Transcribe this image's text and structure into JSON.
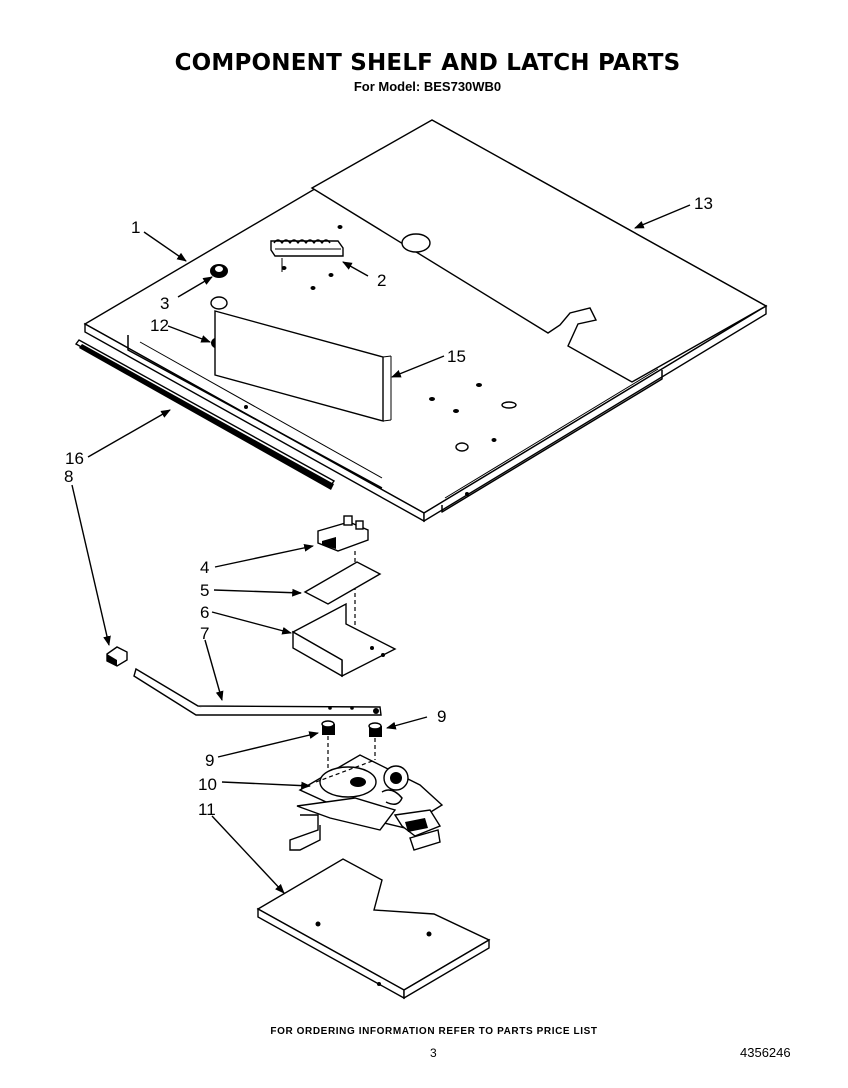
{
  "title": "COMPONENT SHELF AND LATCH PARTS",
  "subtitle": "For Model: BES730WB0",
  "callouts": [
    {
      "id": "1",
      "label": "1"
    },
    {
      "id": "2",
      "label": "2"
    },
    {
      "id": "3",
      "label": "3"
    },
    {
      "id": "4",
      "label": "4"
    },
    {
      "id": "5",
      "label": "5"
    },
    {
      "id": "6",
      "label": "6"
    },
    {
      "id": "7",
      "label": "7"
    },
    {
      "id": "8",
      "label": "8"
    },
    {
      "id": "9a",
      "label": "9"
    },
    {
      "id": "9b",
      "label": "9"
    },
    {
      "id": "10",
      "label": "10"
    },
    {
      "id": "11",
      "label": "11"
    },
    {
      "id": "12",
      "label": "12"
    },
    {
      "id": "13",
      "label": "13"
    },
    {
      "id": "15",
      "label": "15"
    },
    {
      "id": "16",
      "label": "16"
    }
  ],
  "footer": {
    "ordering_note": "FOR ORDERING INFORMATION REFER TO PARTS PRICE LIST",
    "page_number": "3",
    "document_number": "4356246"
  }
}
